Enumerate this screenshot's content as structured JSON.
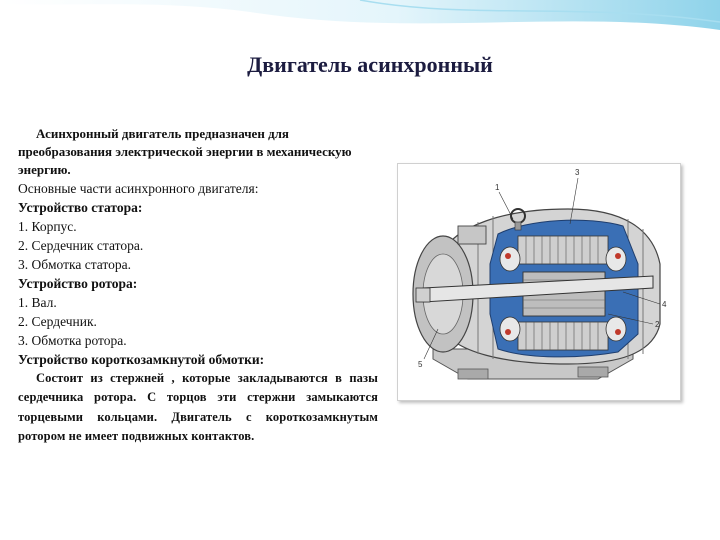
{
  "slide": {
    "title": "Двигатель асинхронный",
    "intro": "Асинхронный двигатель предназначен для преобразования электрической энергии в механическую энергию.",
    "main_parts_label": "Основные части асинхронного двигателя:",
    "stator_heading": "Устройство статора:",
    "stator_items": [
      "1. Корпус.",
      "2. Сердечник статора.",
      "3. Обмотка статора."
    ],
    "rotor_heading": "Устройство ротора:",
    "rotor_items": [
      "1. Вал.",
      "2. Сердечник.",
      "3. Обмотка ротора."
    ],
    "squirrel_heading": "Устройство короткозамкнутой обмотки:",
    "squirrel_text": "Состоит из стержней , которые закладываются в пазы сердечника ротора. С торцов эти стержни замыкаются торцевыми кольцами. Двигатель с короткозамкнутым ротором не имеет подвижных контактов."
  },
  "figure": {
    "callouts": [
      "1",
      "3",
      "4",
      "2",
      "5"
    ]
  },
  "colors": {
    "accent_wave": "#8fd3ea",
    "cutaway_blue": "#3a6fb5",
    "metal_gray": "#b9b9b9"
  }
}
